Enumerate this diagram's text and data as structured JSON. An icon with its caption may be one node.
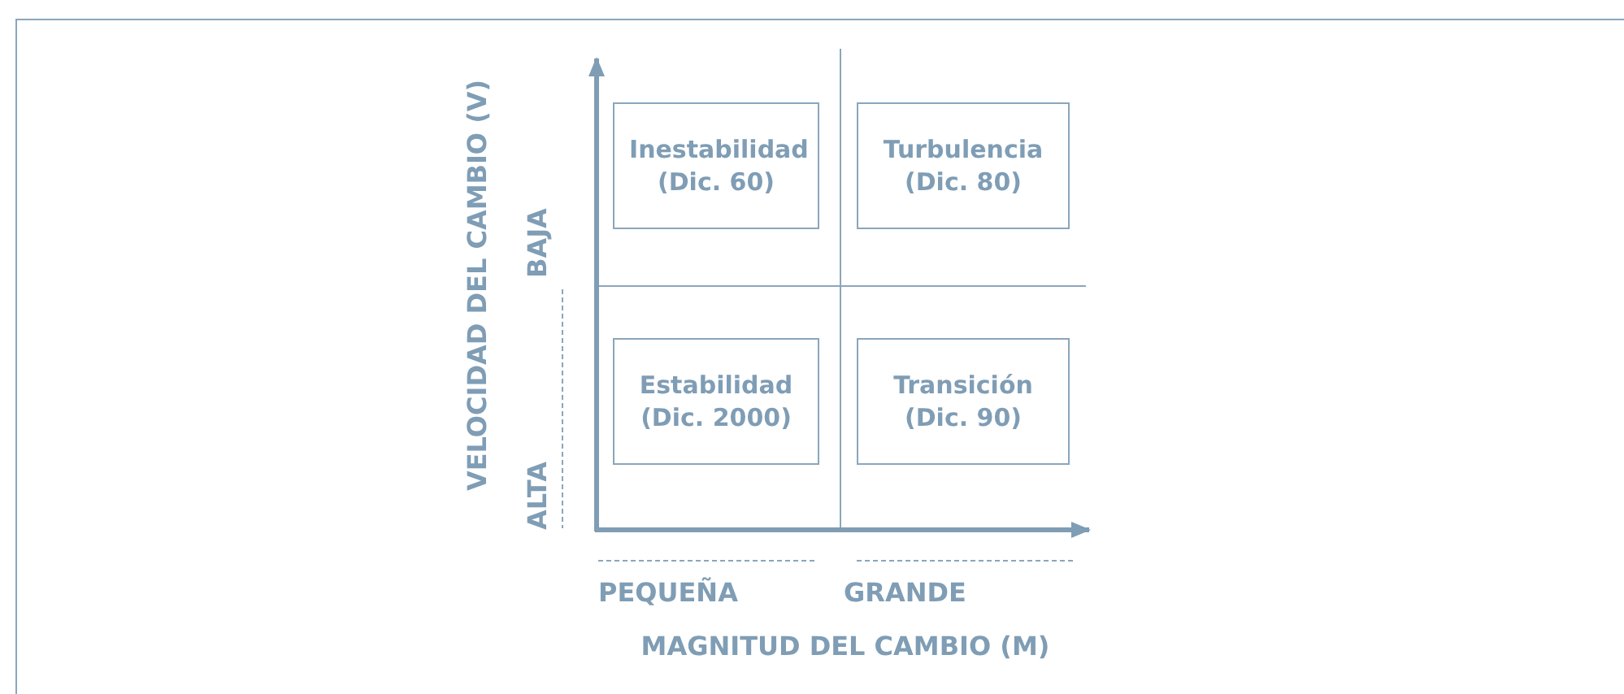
{
  "diagram": {
    "nodes": [
      {
        "text": [
          "Inestabilidad (Dic. 60)"
        ]
      },
      {
        "text": [
          "Turbulencia (Dic. 80)"
        ]
      },
      {
        "text": [
          "Estabilidad (Dic. 2000)"
        ]
      },
      {
        "text": [
          "Transición (Dic. 90)"
        ]
      }
    ],
    "edges": [],
    "labels": [
      "VELOCIDAD DEL CAMBIO (V)",
      "BAJA",
      "ALTA",
      "PEQUEÑA",
      "GRANDE",
      "MAGNITUD DEL CAMBIO (M)"
    ]
  }
}
